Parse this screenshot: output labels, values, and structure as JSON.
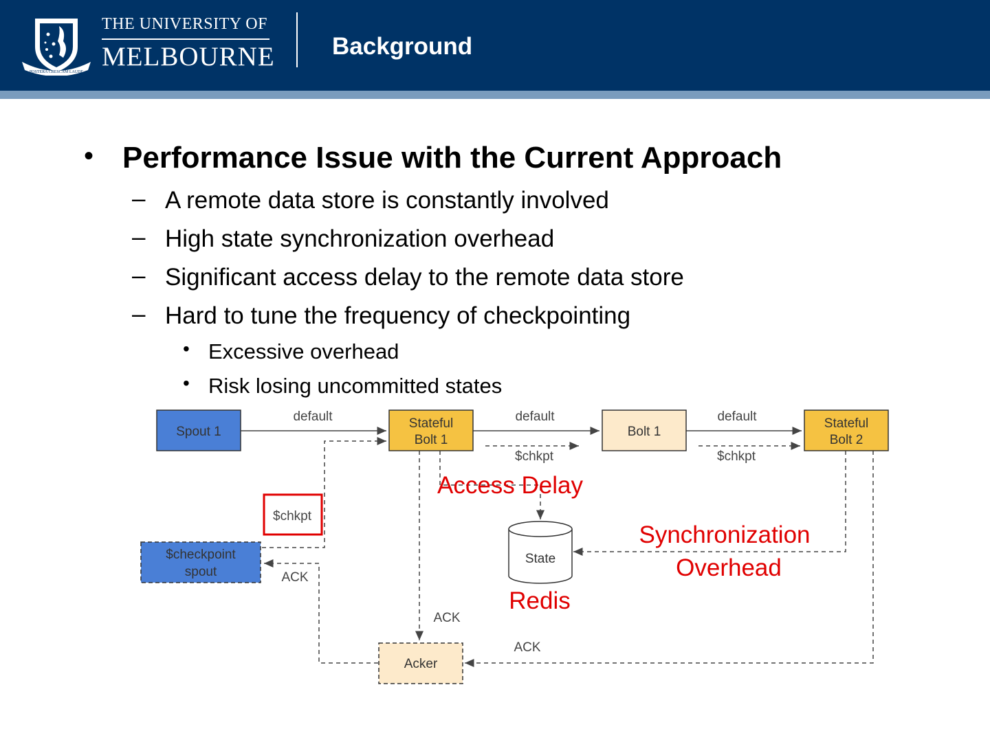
{
  "header": {
    "logo_line1": "THE UNIVERSITY OF",
    "logo_line2": "MELBOURNE",
    "logo_motto": "POSTERA CRESCAM LAUDE",
    "title": "Background",
    "colors": {
      "header_bg": "#003366",
      "stripe": "#7a9cbd"
    }
  },
  "content": {
    "heading": "Performance Issue with the Current Approach",
    "items": [
      "A remote data store is constantly involved",
      "High state synchronization overhead",
      "Significant access delay to the remote data store",
      "Hard to tune the frequency of checkpointing"
    ],
    "subitems": [
      "Excessive overhead",
      "Risk losing uncommitted states"
    ]
  },
  "diagram": {
    "nodes": {
      "spout1": "Spout 1",
      "stateful_bolt1": [
        "Stateful",
        "Bolt 1"
      ],
      "bolt1": "Bolt 1",
      "stateful_bolt2": [
        "Stateful",
        "Bolt 2"
      ],
      "checkpoint_spout": [
        "$checkpoint",
        "spout"
      ],
      "state": "State",
      "acker": "Acker"
    },
    "edge_labels": {
      "default": "default",
      "chkpt": "$chkpt",
      "ack": "ACK"
    },
    "annotations": {
      "access_delay": "Access Delay",
      "sync_overhead_1": "Synchronization",
      "sync_overhead_2": "Overhead",
      "redis": "Redis"
    },
    "colors": {
      "spout": "#4a7fd6",
      "stateful": "#f5c242",
      "bolt": "#fdeacb",
      "acker": "#fdeacb",
      "highlight": "#e00000"
    }
  }
}
